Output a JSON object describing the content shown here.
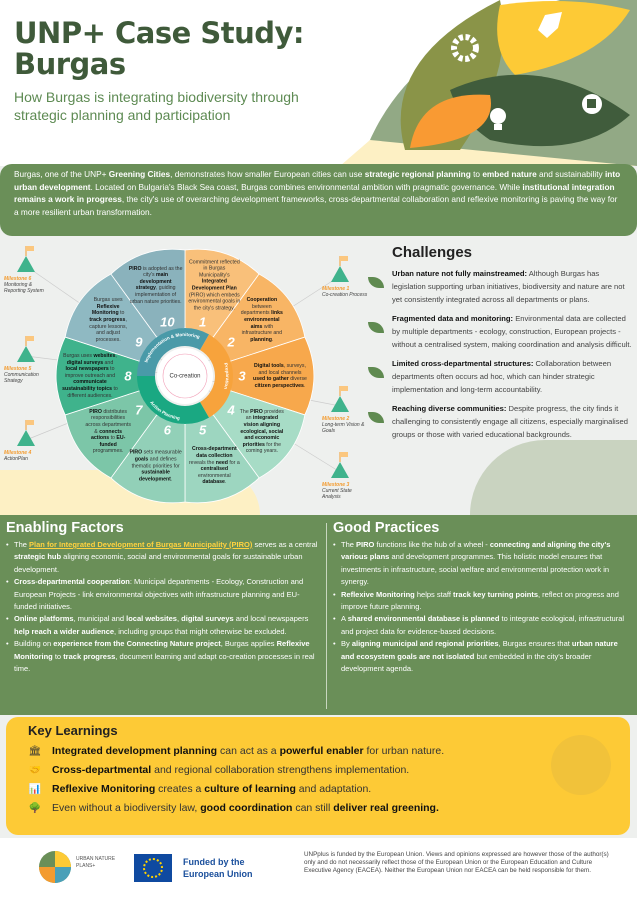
{
  "header": {
    "title_line1": "UNP+ Case Study:",
    "title_line2": "Burgas",
    "subtitle": "How Burgas is integrating biodiversity through strategic planning and participation"
  },
  "intro": {
    "p1": "Burgas, one of the UNP+ ",
    "b1": "Greening Cities",
    "p2": ", demonstrates how smaller European cities can use ",
    "b2": "strategic regional planning",
    "p3": " to ",
    "b3": "embed nature",
    "p4": " and sustainability ",
    "b4": "into urban development",
    "p5": ". Located on Bulgaria's Black Sea coast, Burgas combines environmental ambition with pragmatic governance. While ",
    "b5": "institutional integration remains a work in progress",
    "p6": ", the city's use of overarching development frameworks, cross-departmental collaboration and reflexive monitoring is paving the way for a more resilient urban transformation."
  },
  "wheel": {
    "center": "Co-creation",
    "ring": [
      "Preparation",
      "Action Planning",
      "Implementation & Monitoring"
    ],
    "petals": [
      {
        "n": "1",
        "text": "Commitment reflected in Burgas Municipality's <b>Integrated Development Plan</b> (PIRO) which embeds environmental goals in the city's strategy."
      },
      {
        "n": "2",
        "text": "<b>Cooperation</b> between departments <b>links environmental aims</b> with infrastructure and <b>planning</b>."
      },
      {
        "n": "3",
        "text": "<b>Digital tools</b>, surveys, and local channels <b>used to gather</b> diverse <b>citizen perspectives</b>."
      },
      {
        "n": "4",
        "text": "The <b>PIRO</b> provides an <b>integrated vision aligning ecological, social and economic priorities</b> for the coming years."
      },
      {
        "n": "5",
        "text": "<b>Cross-department data collection</b> reveals the <b>need</b> for a <b>centralised</b> environmental <b>database</b>."
      },
      {
        "n": "6",
        "text": "<b>PIRO</b> sets measurable <b>goals</b> and defines thematic priorities for <b>sustainable development</b>."
      },
      {
        "n": "7",
        "text": "<b>PIRO</b> distributes responsibilities across departments &amp; <b>connects actions</b> to <b>EU-funded</b> programmes."
      },
      {
        "n": "8",
        "text": "Burgas uses <b>websites</b>, <b>digital surveys</b> and <b>local newspapers</b> to improve outreach and <b>communicate sustainability topics</b> to different audiences."
      },
      {
        "n": "9",
        "text": "Burgas uses <b>Reflexive Monitoring</b> to <b>track progress</b>, capture lessons, and adjust processes."
      },
      {
        "n": "10",
        "text": "<b>PIRO</b> is adopted as the city's <b>main development strategy</b>, guiding implementation of urban nature priorities."
      }
    ],
    "milestones": [
      {
        "title": "Milestone 1",
        "label": "Co-creation Process"
      },
      {
        "title": "Milestone 2",
        "label": "Long-term Vision & Goals"
      },
      {
        "title": "Milestone 3",
        "label": "Current State Analysis"
      },
      {
        "title": "Milestone 4",
        "label": "ActionPlan"
      },
      {
        "title": "Milestone 5",
        "label": "Communication Strategy"
      },
      {
        "title": "Milestone 6",
        "label": "Monitoring & Reporting System"
      }
    ]
  },
  "challenges": {
    "title": "Challenges",
    "items": [
      {
        "head": "Urban nature not fully mainstreamed:",
        "body": " Although Burgas has legislation supporting urban initiatives, biodiversity and nature are not yet consistently integrated across all departments or plans."
      },
      {
        "head": "Fragmented data and monitoring:",
        "body": " Environmental data are collected by multiple departments - ecology, construction, European projects - without a centralised system, making coordination and analysis difficult."
      },
      {
        "head": "Limited cross-departmental structures:",
        "body": " Collaboration between departments often occurs ad hoc, which can hinder strategic implementation and long-term accountability."
      },
      {
        "head": "Reaching diverse communities:",
        "body": " Despite progress, the city finds it challenging to consistently engage all citizens, especially marginalised groups or those with varied educational backgrounds."
      }
    ]
  },
  "enabling": {
    "title": "Enabling Factors",
    "items": [
      "The <a class=\"lnk\">Plan for Integrated Development of Burgas Municipality (PIRO)</a> serves as a central <b>strategic hub</b> aligning economic, social and environmental goals for sustainable urban development.",
      "<b>Cross-departmental cooperation</b>: Municipal departments - Ecology, Construction and European Projects - link environmental objectives with infrastructure planning and EU-funded initiatives.",
      "<b>Online platforms</b>, municipal and <b>local websites</b>, <b>digital surveys</b> and local newspapers <b>help reach a wider audience</b>, including groups that might otherwise be excluded.",
      "Building on <b>experience from the Connecting Nature project</b>, Burgas applies <b>Reflexive Monitoring</b> to <b>track progress</b>, document learning and adapt co-creation processes in real time."
    ]
  },
  "good": {
    "title": "Good Practices",
    "items": [
      "The <b>PIRO</b> functions like the hub of a wheel - <b>connecting and aligning the city's various plans</b> and development programmes. This holistic model ensures that investments in infrastructure, social welfare and environmental protection work in synergy.",
      "<b>Reflexive Monitoring</b> helps staff <b>track key turning points</b>, reflect on progress and improve future planning.",
      "A <b>shared environmental database is planned</b> to integrate ecological, infrastructural and project data for evidence-based decisions.",
      "By <b>aligning municipal and regional priorities</b>, Burgas ensures that <b>urban nature and ecosystem goals are not isolated</b> but embedded in the city's broader development agenda."
    ]
  },
  "learnings": {
    "title": "Key Learnings",
    "items": [
      {
        "icon": "🏛",
        "html": "<b>Integrated development planning</b> can act as a <b>powerful enabler</b> for urban nature."
      },
      {
        "icon": "🤝",
        "html": "<b>Cross-departmental</b> and regional collaboration strengthens implementation."
      },
      {
        "icon": "📊",
        "html": "<b>Reflexive Monitoring</b> creates a <b>culture of learning</b> and adaptation."
      },
      {
        "icon": "🌳",
        "html": "Even without a biodiversity law, <b>good coordination</b> can still <b>deliver real greening.</b>"
      }
    ]
  },
  "footer": {
    "logo_text": "URBAN NATURE PLANS+",
    "eu_label": "Funded by the European Union",
    "disclaimer": "UNPplus is funded by the European Union. Views and opinions expressed are however those of the author(s) only and do not necessarily reflect those of the European Union or the European Education and Culture Executive Agency (EACEA). Neither the European Union nor EACEA can be held responsible for them."
  },
  "colors": {
    "green": "#6a8f58",
    "dark_green": "#3f5a3a",
    "yellow": "#fdca36",
    "orange": "#f7a33c",
    "teal": "#3cb08a"
  }
}
